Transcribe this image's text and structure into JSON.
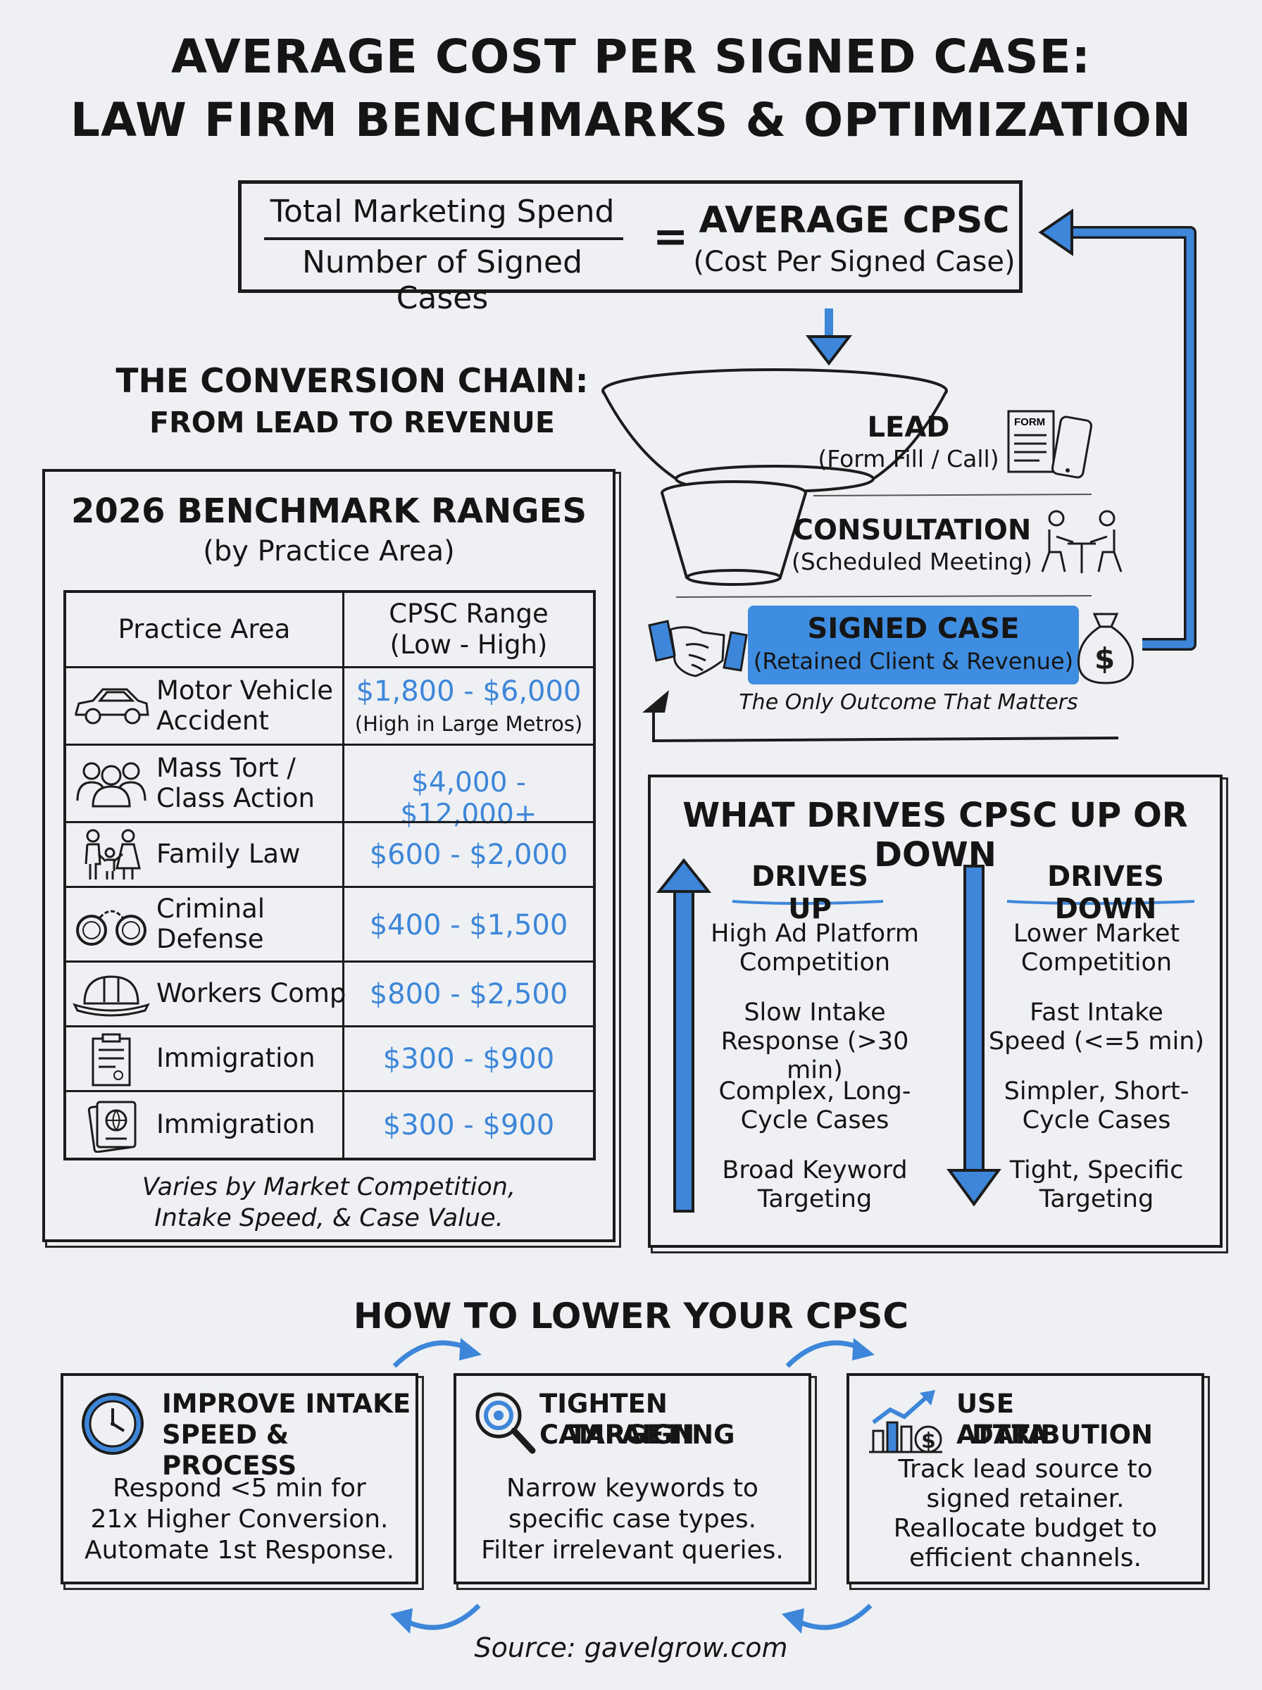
{
  "title": {
    "line1": "AVERAGE COST PER SIGNED CASE:",
    "line2": "LAW FIRM BENCHMARKS & OPTIMIZATION"
  },
  "formula": {
    "numerator": "Total Marketing Spend",
    "denominator": "Number of Signed Cases",
    "equals": "=",
    "result": "AVERAGE CPSC",
    "result_sub": "(Cost Per Signed Case)"
  },
  "chain": {
    "heading": "THE CONVERSION CHAIN:",
    "subheading": "FROM LEAD TO REVENUE",
    "form_label": "FORM",
    "stages": [
      {
        "title": "LEAD",
        "sub": "(Form Fill / Call)"
      },
      {
        "title": "CONSULTATION",
        "sub": "(Scheduled Meeting)"
      },
      {
        "title": "SIGNED CASE",
        "sub": "(Retained Client & Revenue)"
      }
    ],
    "tagline": "The Only Outcome That Matters"
  },
  "benchmarks": {
    "title": "2026 BENCHMARK RANGES",
    "subtitle": "(by Practice Area)",
    "col_area": "Practice Area",
    "col_range_1": "CPSC Range",
    "col_range_2": "(Low - High)",
    "rows": [
      {
        "area_1": "Motor Vehicle",
        "area_2": "Accident",
        "range": "$1,800 - $6,000",
        "note": "(High in Large Metros)",
        "icon": "car-icon"
      },
      {
        "area_1": "Mass Tort /",
        "area_2": "Class Action",
        "range": "$4,000 - $12,000+",
        "note": "",
        "icon": "group-icon"
      },
      {
        "area_1": "Family Law",
        "area_2": "",
        "range": "$600 - $2,000",
        "note": "",
        "icon": "family-icon"
      },
      {
        "area_1": "Criminal",
        "area_2": "Defense",
        "range": "$400 - $1,500",
        "note": "",
        "icon": "handcuffs-icon"
      },
      {
        "area_1": "Workers Comp",
        "area_2": "",
        "range": "$800 - $2,500",
        "note": "",
        "icon": "hardhat-icon"
      },
      {
        "area_1": "Immigration",
        "area_2": "",
        "range": "$300 - $900",
        "note": "",
        "icon": "document-icon"
      },
      {
        "area_1": "Immigration",
        "area_2": "",
        "range": "$300 - $900",
        "note": "",
        "icon": "passport-icon"
      }
    ],
    "footnote_1": "Varies by Market Competition,",
    "footnote_2": "Intake Speed, & Case Value."
  },
  "drivers": {
    "title": "WHAT DRIVES CPSC UP OR DOWN",
    "up_heading": "DRIVES UP",
    "down_heading": "DRIVES DOWN",
    "up": [
      [
        "High Ad Platform",
        "Competition"
      ],
      [
        "Slow Intake",
        "Response (>30 min)"
      ],
      [
        "Complex, Long-",
        "Cycle Cases"
      ],
      [
        "Broad Keyword",
        "Targeting"
      ]
    ],
    "down": [
      [
        "Lower Market",
        "Competition"
      ],
      [
        "Fast Intake",
        "Speed (<=5 min)"
      ],
      [
        "Simpler, Short-",
        "Cycle Cases"
      ],
      [
        "Tight, Specific",
        "Targeting"
      ]
    ]
  },
  "lower": {
    "heading": "HOW TO LOWER YOUR CPSC",
    "cards": [
      {
        "title_1": "IMPROVE INTAKE",
        "title_2": "SPEED & PROCESS",
        "body": [
          "Respond <5 min for",
          "21x Higher Conversion.",
          "Automate 1st Response."
        ],
        "icon": "clock-icon"
      },
      {
        "title_1": "TIGHTEN CAMPAIGN",
        "title_2": "TARGETING",
        "body": [
          "Narrow keywords to",
          "specific case types.",
          "Filter irrelevant queries."
        ],
        "icon": "magnifier-icon"
      },
      {
        "title_1": "USE ATTRIBUTION",
        "title_2": "DATA",
        "body": [
          "Track lead source to",
          "signed retainer.",
          "Reallocate budget to",
          "efficient channels."
        ],
        "icon": "chart-icon"
      }
    ]
  },
  "source": "Source: gavelgrow.com",
  "colors": {
    "accent": "#3d86d9",
    "ink": "#151515",
    "background": "#eef0f3"
  }
}
